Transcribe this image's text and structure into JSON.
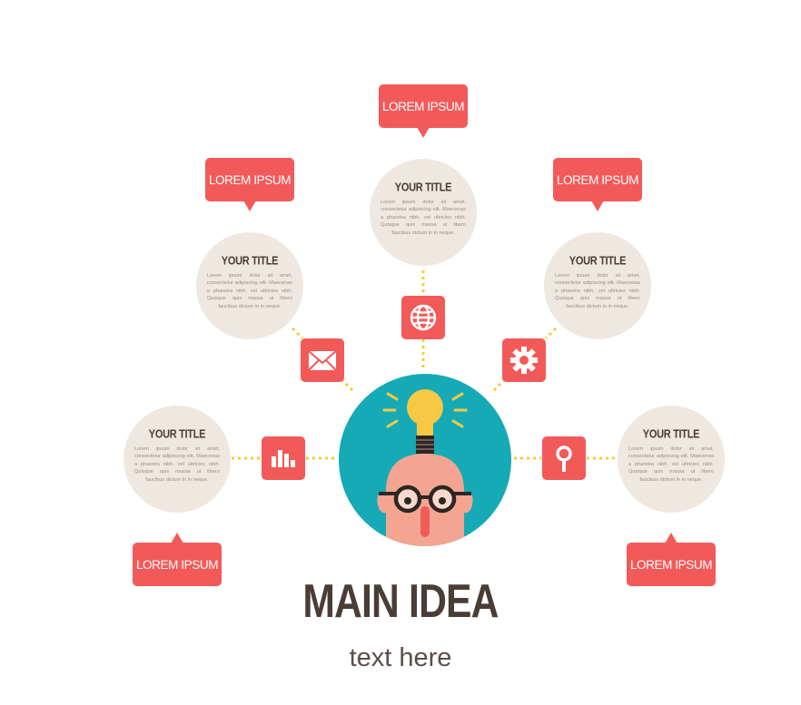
{
  "colors": {
    "accent": "#f25a59",
    "bubble": "#efe8e1",
    "hero_bg": "#15aab5",
    "connector": "#f2cd3c",
    "bulb": "#f7c844",
    "title_text": "#4a3d36"
  },
  "tags": [
    {
      "label": "LOREM IPSUM"
    },
    {
      "label": "LOREM IPSUM"
    },
    {
      "label": "LOREM IPSUM"
    },
    {
      "label": "LOREM IPSUM"
    },
    {
      "label": "LOREM IPSUM"
    }
  ],
  "bubbles": [
    {
      "title": "YOUR TITLE",
      "text": "Lorem ipsum dolor sit amet, consectetur adipiscing elit. Maecenas a pharetra nibh, vel ultricies nibh. Quisque quis massa ut libero faucibus dictum in in neque."
    },
    {
      "title": "YOUR TITLE",
      "text": "Lorem ipsum dolor sit amet, consectetur adipiscing elit. Maecenas a pharetra nibh, vel ultricies nibh. Quisque quis massa ut libero faucibus dictum in in neque."
    },
    {
      "title": "YOUR TITLE",
      "text": "Lorem ipsum dolor sit amet, consectetur adipiscing elit. Maecenas a pharetra nibh, vel ultricies nibh. Quisque quis massa ut libero faucibus dictum in in neque."
    },
    {
      "title": "YOUR TITLE",
      "text": "Lorem ipsum dolor sit amet, consectetur adipiscing elit. Maecenas a pharetra nibh, vel ultricies nibh. Quisque quis massa ut libero faucibus dictum in in neque."
    },
    {
      "title": "YOUR TITLE",
      "text": "Lorem ipsum dolor sit amet, consectetur adipiscing elit. Maecenas a pharetra nibh, vel ultricies nibh. Quisque quis massa ut libero faucibus dictum in in neque."
    }
  ],
  "icons": [
    "bar-chart-icon",
    "envelope-icon",
    "globe-icon",
    "gear-icon",
    "search-icon"
  ],
  "center": {
    "illustration": "thinking-person-with-lightbulb"
  },
  "main": {
    "title": "MAIN IDEA",
    "subtitle": "text here"
  }
}
